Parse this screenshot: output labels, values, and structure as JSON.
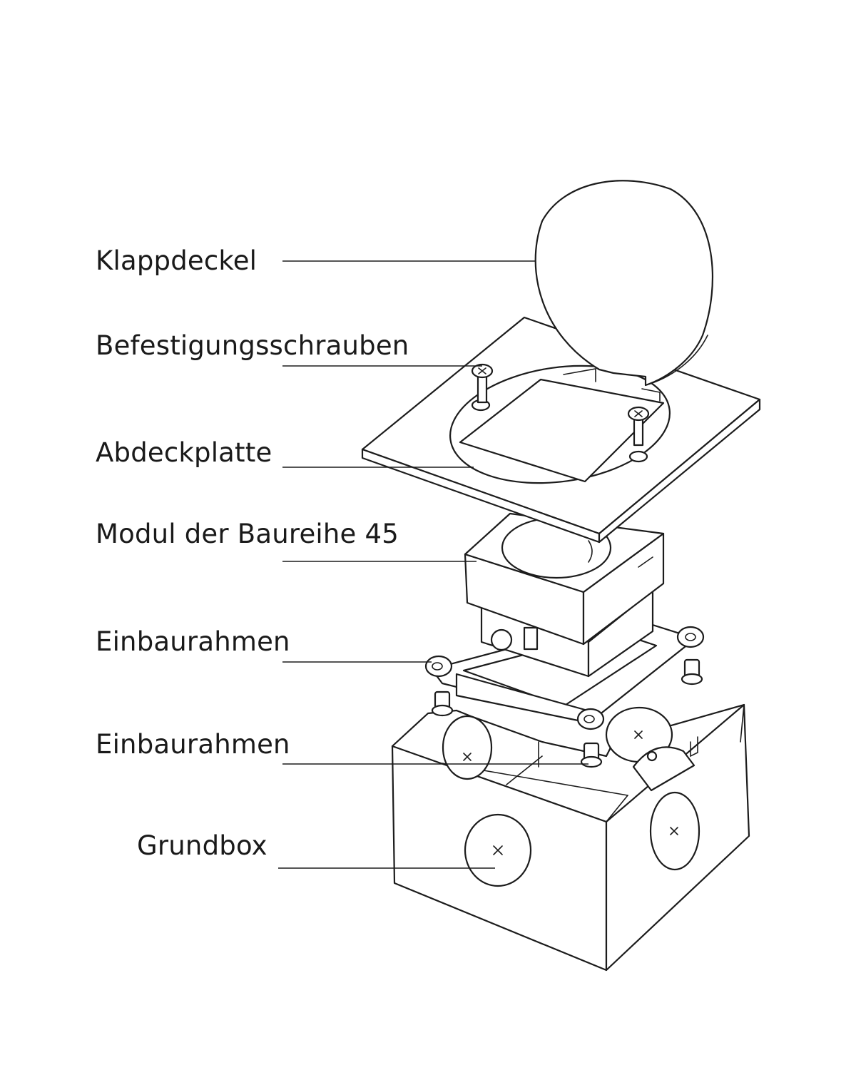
{
  "diagram": {
    "labels": [
      {
        "id": "klappdeckel",
        "text": "Klappdeckel"
      },
      {
        "id": "befestigungsschrauben",
        "text": "Befestigungsschrauben"
      },
      {
        "id": "abdeckplatte",
        "text": "Abdeckplatte"
      },
      {
        "id": "modul",
        "text": "Modul der Baureihe 45"
      },
      {
        "id": "einbaurahmen-oben",
        "text": "Einbaurahmen"
      },
      {
        "id": "einbaurahmen-unten",
        "text": "Einbaurahmen"
      },
      {
        "id": "grundbox",
        "text": "Grundbox"
      }
    ]
  },
  "colors": {
    "line": "#1c1c1c",
    "text": "#1a1a1a",
    "background": "#ffffff"
  }
}
